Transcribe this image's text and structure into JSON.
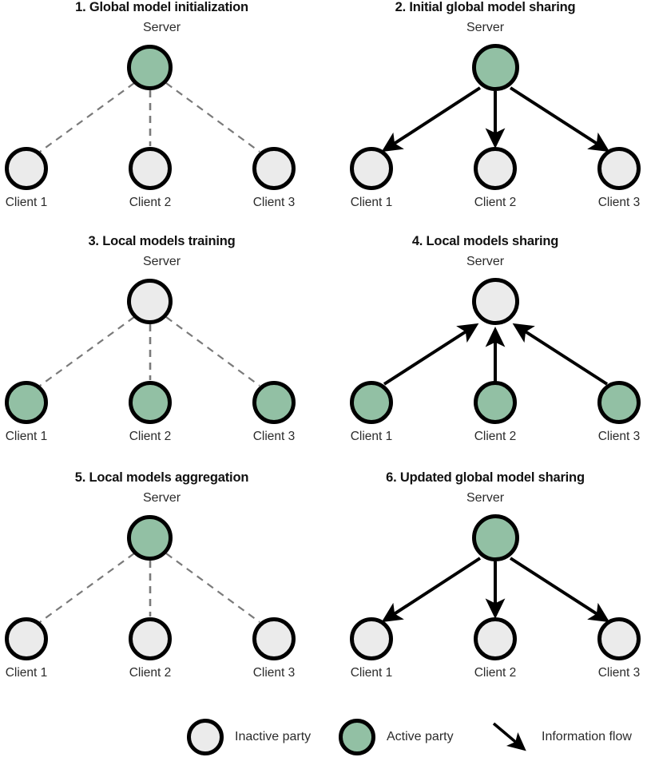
{
  "figure": {
    "kind": "federated-learning-cycle-diagram",
    "colors": {
      "active": "#92c0a4",
      "inactive": "#ebebeb",
      "stroke": "#000000",
      "dashed_edge": "#7a7a7a",
      "background": "#ffffff"
    }
  },
  "panels": [
    {
      "id": "panel-1",
      "title": "1. Global model initialization",
      "server_label": "Server",
      "server_state": "active",
      "client_state": "inactive",
      "edge_style": "dashed",
      "flow": "none",
      "clients": [
        "Client 1",
        "Client 2",
        "Client 3"
      ]
    },
    {
      "id": "panel-2",
      "title": "2. Initial global model sharing",
      "server_label": "Server",
      "server_state": "active",
      "client_state": "inactive",
      "edge_style": "arrow",
      "flow": "server-to-clients",
      "clients": [
        "Client 1",
        "Client 2",
        "Client 3"
      ]
    },
    {
      "id": "panel-3",
      "title": "3. Local models training",
      "server_label": "Server",
      "server_state": "inactive",
      "client_state": "active",
      "edge_style": "dashed",
      "flow": "none",
      "clients": [
        "Client 1",
        "Client 2",
        "Client 3"
      ]
    },
    {
      "id": "panel-4",
      "title": "4. Local models sharing",
      "server_label": "Server",
      "server_state": "inactive",
      "client_state": "active",
      "edge_style": "arrow",
      "flow": "clients-to-server",
      "clients": [
        "Client 1",
        "Client 2",
        "Client 3"
      ]
    },
    {
      "id": "panel-5",
      "title": "5. Local models aggregation",
      "server_label": "Server",
      "server_state": "active",
      "client_state": "inactive",
      "edge_style": "dashed",
      "flow": "none",
      "clients": [
        "Client 1",
        "Client 2",
        "Client 3"
      ]
    },
    {
      "id": "panel-6",
      "title": "6. Updated global model sharing",
      "server_label": "Server",
      "server_state": "active",
      "client_state": "inactive",
      "edge_style": "arrow",
      "flow": "server-to-clients",
      "clients": [
        "Client 1",
        "Client 2",
        "Client 3"
      ]
    }
  ],
  "legend": {
    "items": [
      {
        "label": "Inactive party",
        "symbol": "circle-inactive"
      },
      {
        "label": "Active party",
        "symbol": "circle-active"
      },
      {
        "label": "Information flow",
        "symbol": "arrow-diagonal"
      }
    ]
  }
}
